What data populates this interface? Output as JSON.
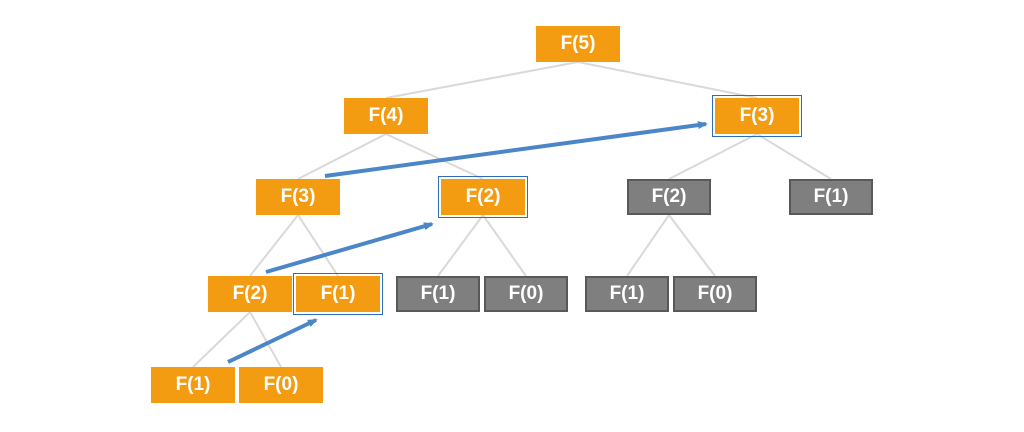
{
  "colors": {
    "computed": "#f39c12",
    "pruned": "#7f7f7f",
    "pruned_border": "#595959",
    "edge": "#d9d9d9",
    "arrow": "#4a86c8",
    "memo_outline": "#2e6db4",
    "text": "#ffffff"
  },
  "nodes": [
    {
      "id": "f5",
      "label": "F(5)",
      "state": "computed"
    },
    {
      "id": "f4",
      "label": "F(4)",
      "state": "computed"
    },
    {
      "id": "f3-right",
      "label": "F(3)",
      "state": "computed",
      "memoized": true
    },
    {
      "id": "f3-left",
      "label": "F(3)",
      "state": "computed"
    },
    {
      "id": "f2-mid",
      "label": "F(2)",
      "state": "computed",
      "memoized": true
    },
    {
      "id": "f2-right",
      "label": "F(2)",
      "state": "pruned"
    },
    {
      "id": "f1-right",
      "label": "F(1)",
      "state": "pruned"
    },
    {
      "id": "f2-left",
      "label": "F(2)",
      "state": "computed"
    },
    {
      "id": "f1-left",
      "label": "F(1)",
      "state": "computed",
      "memoized": true
    },
    {
      "id": "f1-mid",
      "label": "F(1)",
      "state": "pruned"
    },
    {
      "id": "f0-mid",
      "label": "F(0)",
      "state": "pruned"
    },
    {
      "id": "f1-rr",
      "label": "F(1)",
      "state": "pruned"
    },
    {
      "id": "f0-rr",
      "label": "F(0)",
      "state": "pruned"
    },
    {
      "id": "f1-leaf",
      "label": "F(1)",
      "state": "computed"
    },
    {
      "id": "f0-leaf",
      "label": "F(0)",
      "state": "computed"
    }
  ],
  "edges": [
    [
      "f5",
      "f4"
    ],
    [
      "f5",
      "f3-right"
    ],
    [
      "f4",
      "f3-left"
    ],
    [
      "f4",
      "f2-mid"
    ],
    [
      "f3-right",
      "f2-right"
    ],
    [
      "f3-right",
      "f1-right"
    ],
    [
      "f3-left",
      "f2-left"
    ],
    [
      "f3-left",
      "f1-left"
    ],
    [
      "f2-mid",
      "f1-mid"
    ],
    [
      "f2-mid",
      "f0-mid"
    ],
    [
      "f2-right",
      "f1-rr"
    ],
    [
      "f2-right",
      "f0-rr"
    ],
    [
      "f2-left",
      "f1-leaf"
    ],
    [
      "f2-left",
      "f0-leaf"
    ]
  ],
  "arrows": [
    [
      "f1-leaf",
      "f1-left"
    ],
    [
      "f2-left",
      "f2-mid"
    ],
    [
      "f3-left",
      "f3-right"
    ]
  ]
}
